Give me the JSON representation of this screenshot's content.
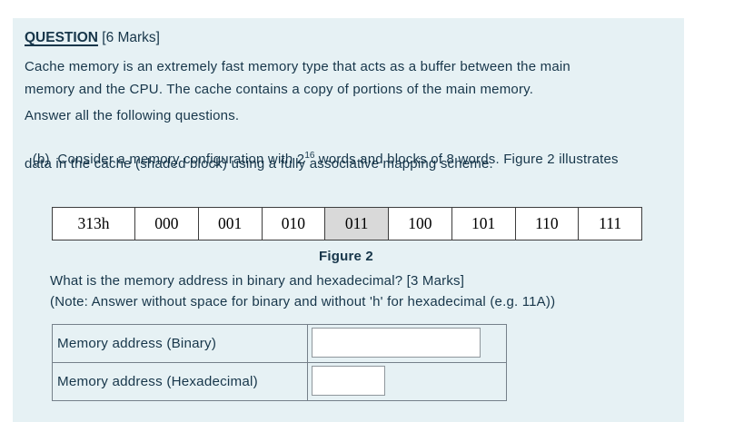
{
  "page": {
    "background_color": "#ffffff",
    "panel_color": "#e6f1f4",
    "text_color": "#17364a"
  },
  "header": {
    "title": "QUESTION",
    "marks": " [6 Marks]"
  },
  "intro": {
    "line1": "Cache memory is an extremely fast memory type that acts as a buffer between the main",
    "line2": "memory and the CPU. The cache contains a copy of portions of the main memory.",
    "answer_all": "Answer all the following questions."
  },
  "part_b": {
    "line1_prefix": "(b)  Consider a memory configuration with 2",
    "exponent": "16",
    "line1_suffix": " words and blocks of 8 words. Figure 2 illustrates",
    "line2": "data in the cache (shaded block) using a fully associative mapping scheme."
  },
  "figure": {
    "caption": "Figure 2",
    "cells": [
      "313h",
      "000",
      "001",
      "010",
      "011",
      "100",
      "101",
      "110",
      "111"
    ],
    "tag_value": "313h",
    "shaded_cell_value": "011",
    "shaded_cell_index": 4,
    "shaded_color": "#d9d9d9"
  },
  "question": {
    "prompt": "What is the memory address in binary and hexadecimal? [3 Marks]",
    "note": "(Note: Answer without space for binary and without 'h' for hexadecimal (e.g. 11A))"
  },
  "answer_table": {
    "rows": [
      {
        "label": "Memory address (Binary)",
        "value": ""
      },
      {
        "label": "Memory address (Hexadecimal)",
        "value": ""
      }
    ]
  }
}
